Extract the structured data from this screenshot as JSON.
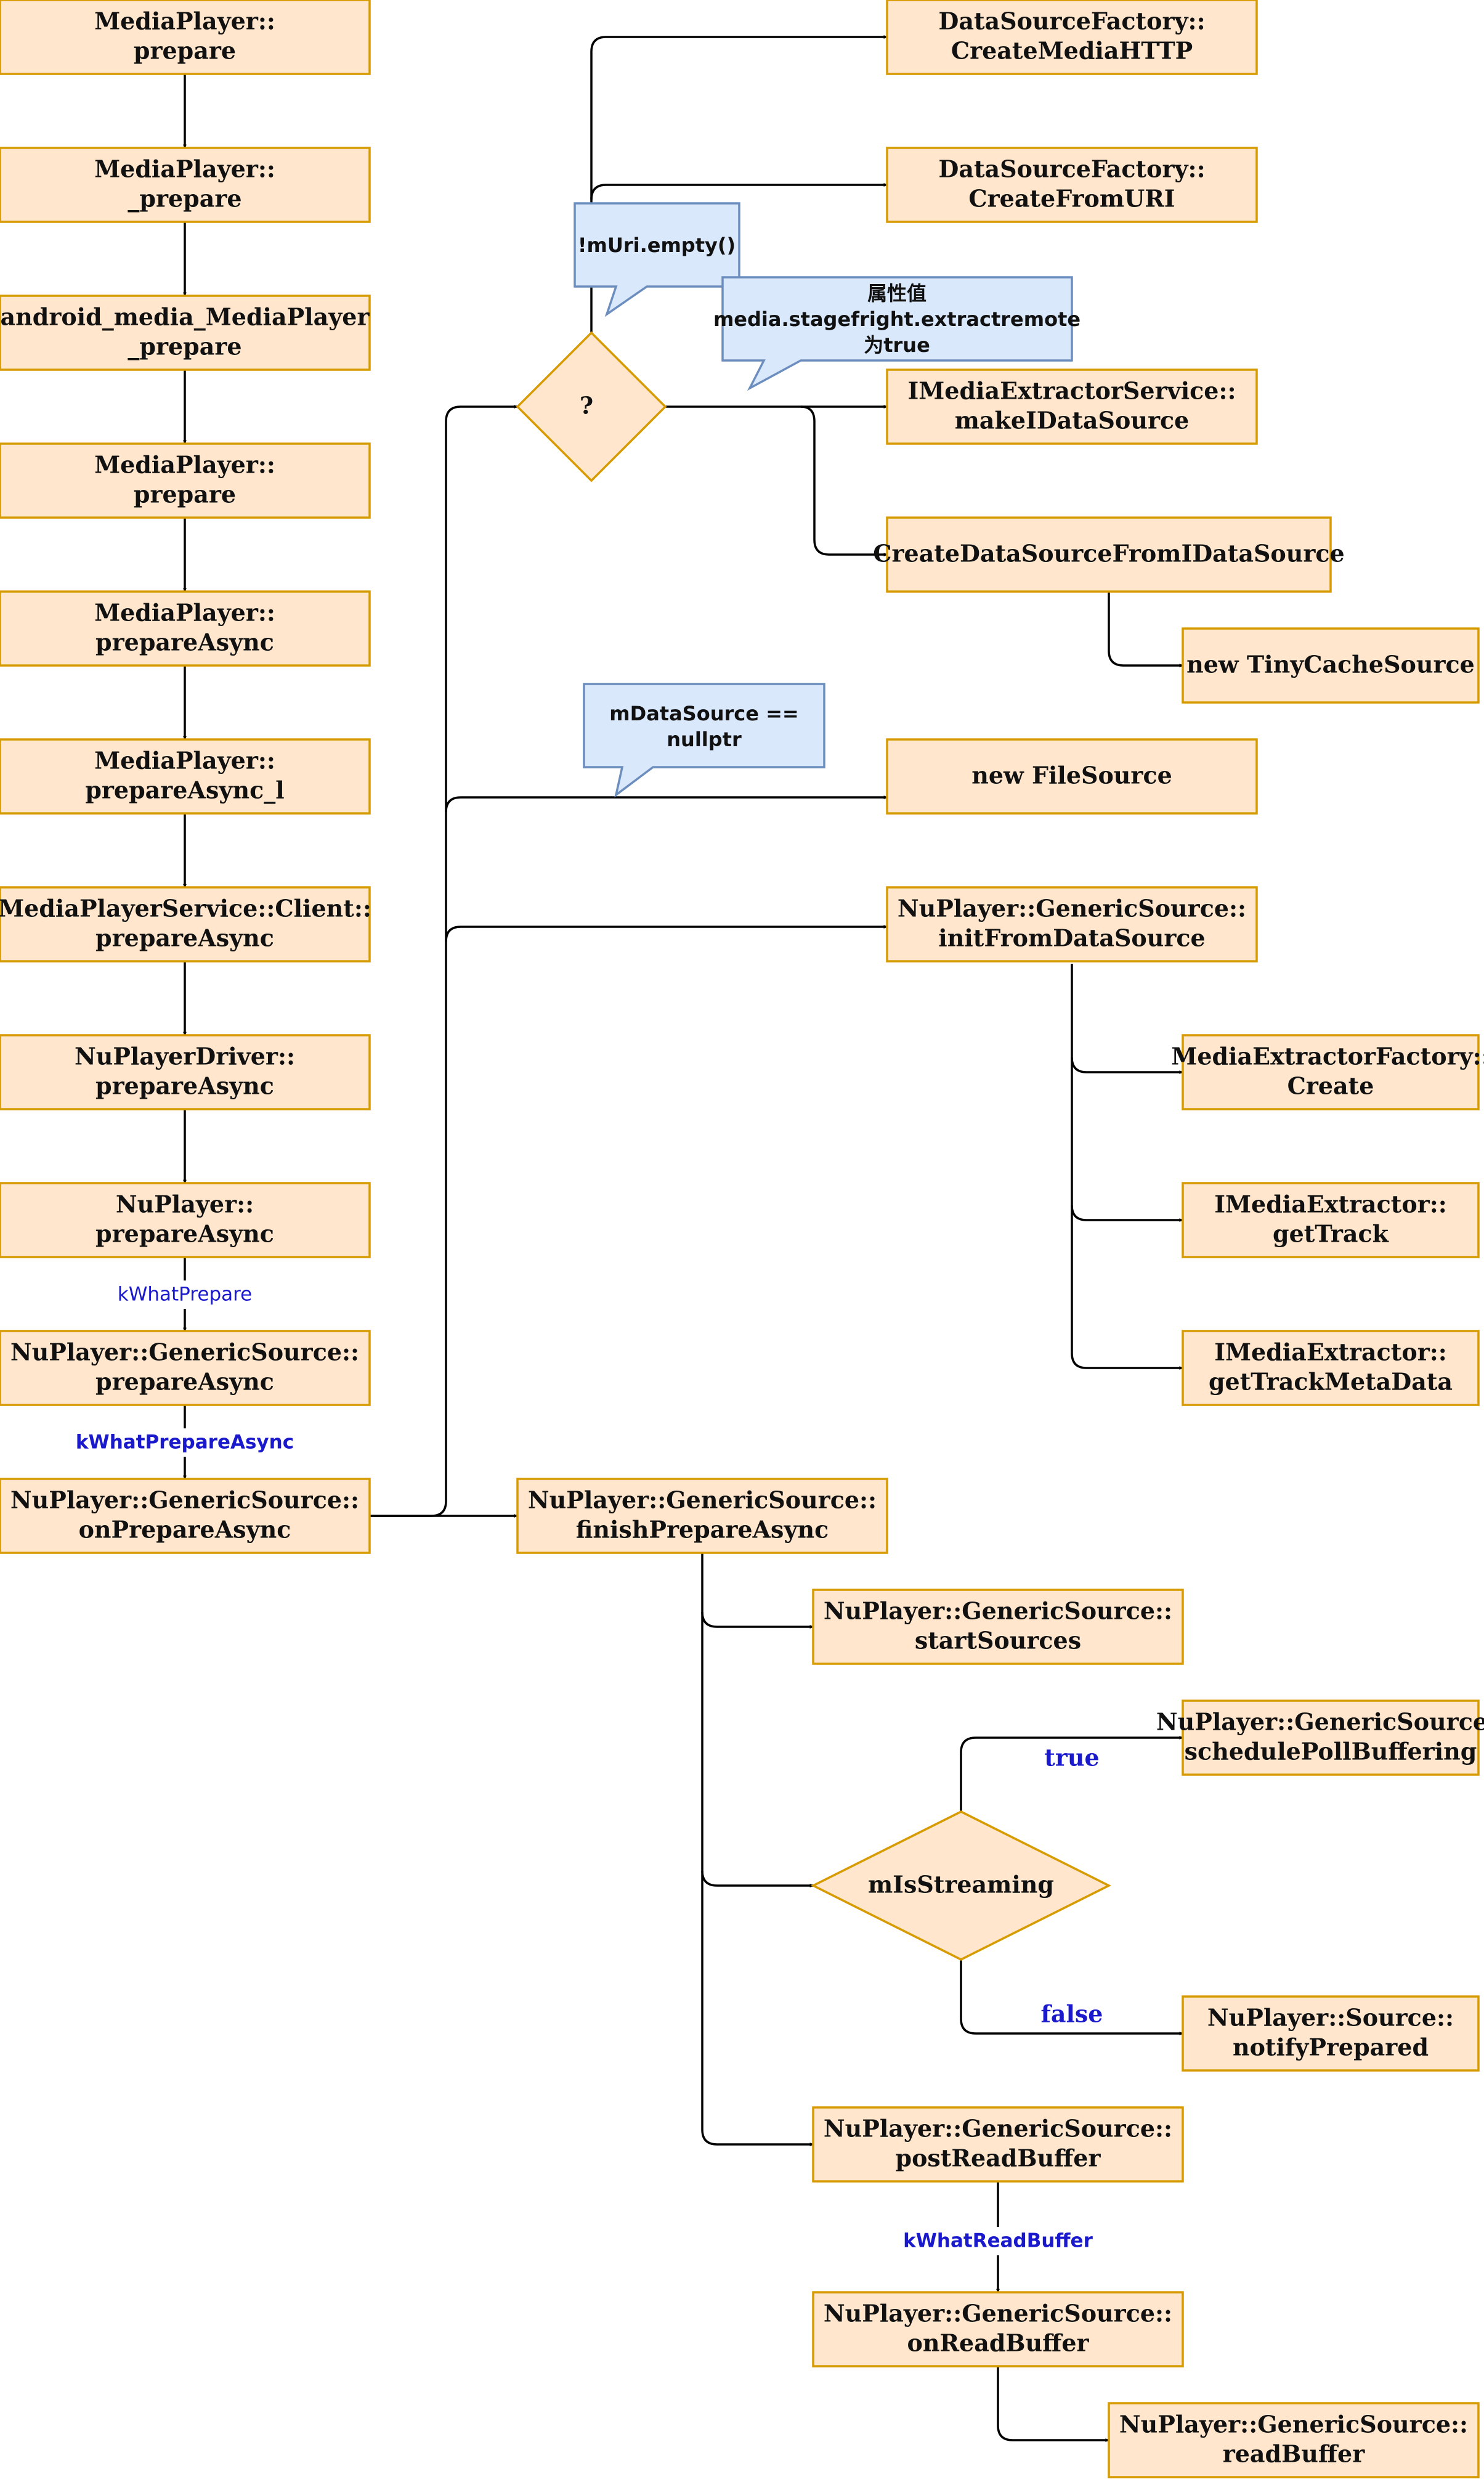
{
  "nodes": {
    "mp_prepare": [
      "MediaPlayer::",
      "prepare"
    ],
    "mp__prepare": [
      "MediaPlayer::",
      "_prepare"
    ],
    "jni_prepare": [
      "android_media_MediaPlayer",
      "_prepare"
    ],
    "mp_prepare2": [
      "MediaPlayer::",
      "prepare"
    ],
    "mp_prepareAsync": [
      "MediaPlayer::",
      "prepareAsync"
    ],
    "mp_prepareAsync_l": [
      "MediaPlayer::",
      "prepareAsync_l"
    ],
    "mps_client": [
      "MediaPlayerService::Client::",
      "prepareAsync"
    ],
    "nupd": [
      "NuPlayerDriver::",
      "prepareAsync"
    ],
    "nup": [
      "NuPlayer::",
      "prepareAsync"
    ],
    "gs_prepareAsync": [
      "NuPlayer::GenericSource::",
      "prepareAsync"
    ],
    "gs_onPrepareAsync": [
      "NuPlayer::GenericSource::",
      "onPrepareAsync"
    ],
    "ds_http": [
      "DataSourceFactory::",
      "CreateMediaHTTP"
    ],
    "ds_uri": [
      "DataSourceFactory::",
      "CreateFromURI"
    ],
    "ime_make": [
      "IMediaExtractorService::",
      "makeIDataSource"
    ],
    "create_ds": [
      "CreateDataSourceFromIDataSource"
    ],
    "tiny": [
      "new TinyCacheSource"
    ],
    "filesource": [
      "new FileSource"
    ],
    "gs_init": [
      "NuPlayer::GenericSource::",
      "initFromDataSource"
    ],
    "mef_create": [
      "MediaExtractorFactory::",
      "Create"
    ],
    "ime_gettrack": [
      "IMediaExtractor::",
      "getTrack"
    ],
    "ime_meta": [
      "IMediaExtractor::",
      "getTrackMetaData"
    ],
    "gs_finish": [
      "NuPlayer::GenericSource::",
      "finishPrepareAsync"
    ],
    "gs_start": [
      "NuPlayer::GenericSource::",
      "startSources"
    ],
    "gs_poll": [
      "NuPlayer::GenericSource::",
      "schedulePollBuffering"
    ],
    "src_notify": [
      "NuPlayer::Source::",
      "notifyPrepared"
    ],
    "gs_post": [
      "NuPlayer::GenericSource::",
      "postReadBuffer"
    ],
    "gs_onread": [
      "NuPlayer::GenericSource::",
      "onReadBuffer"
    ],
    "gs_read": [
      "NuPlayer::GenericSource::",
      "readBuffer"
    ]
  },
  "decisions": {
    "q": "?",
    "streaming": "mIsStreaming"
  },
  "callouts": {
    "uri_empty": [
      "!mUri.empty()"
    ],
    "prop": [
      "属性值",
      "media.stagefright.extractremote",
      "为true"
    ],
    "ds_null": [
      "mDataSource ==",
      "nullptr"
    ]
  },
  "edge_labels": {
    "kWhatPrepare": "kWhatPrepare",
    "kWhatPrepareAsync": "kWhatPrepareAsync",
    "kWhatReadBuffer": "kWhatReadBuffer",
    "true": "true",
    "false": "false"
  },
  "colors": {
    "node_fill": "#ffe6cc",
    "node_stroke": "#d79b00",
    "callout_fill": "#dae8fc",
    "callout_stroke": "#6c8ebf",
    "label_blue": "#1a1acc"
  }
}
